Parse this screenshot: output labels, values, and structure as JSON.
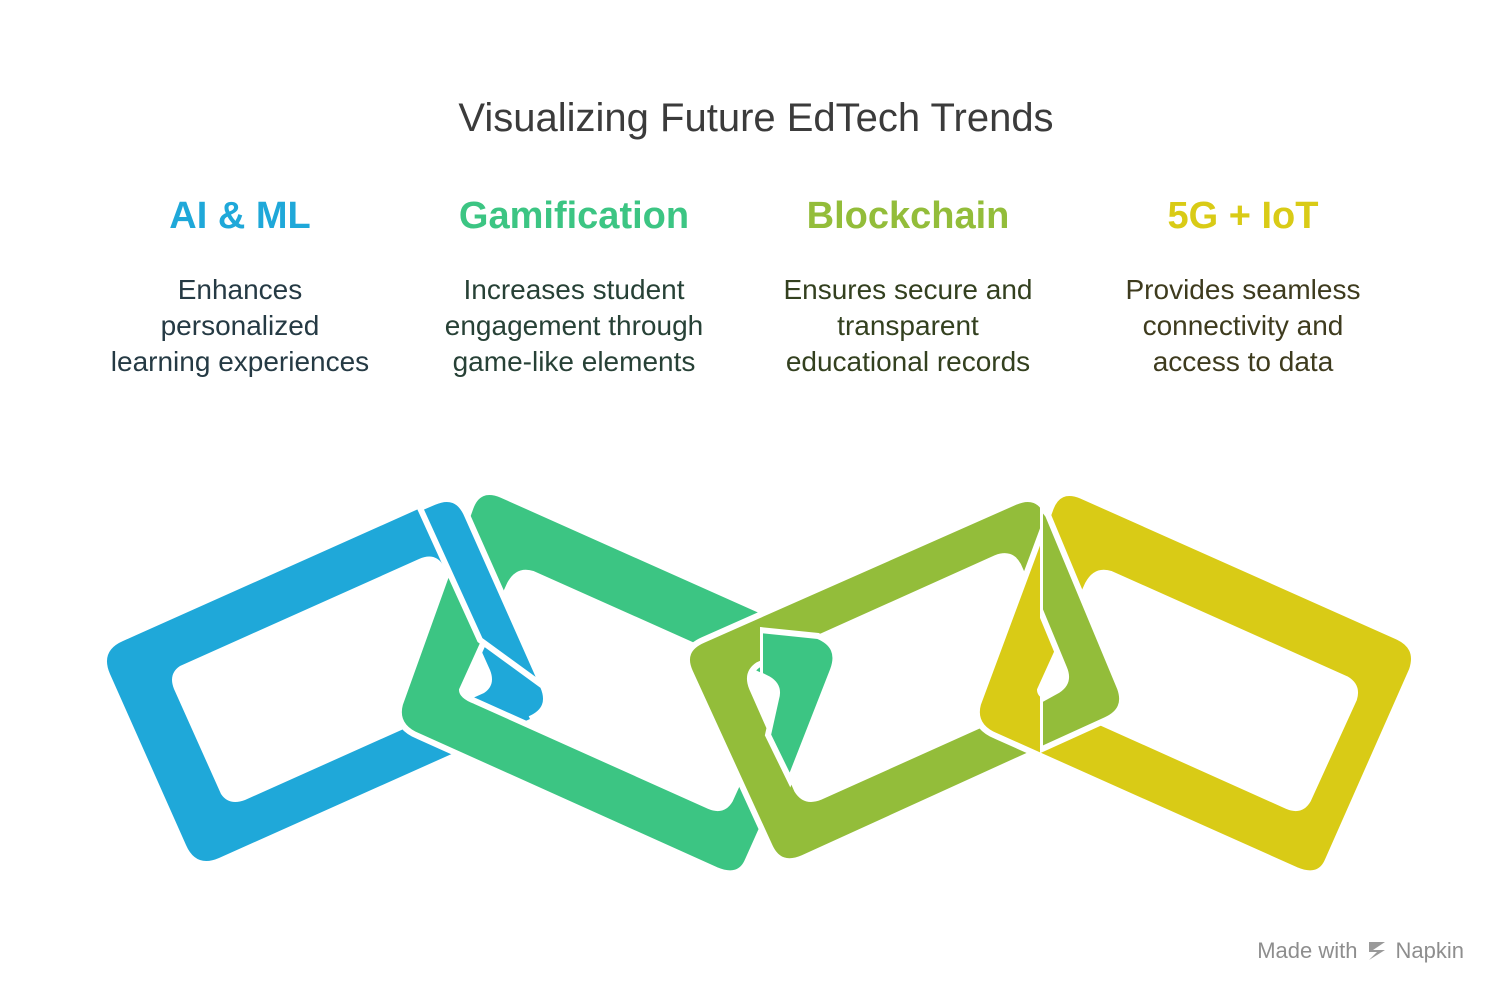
{
  "title": "Visualizing Future EdTech Trends",
  "items": [
    {
      "heading": "AI & ML",
      "lines": [
        "Enhances",
        "personalized",
        "learning experiences"
      ],
      "color": "#1fa8d9"
    },
    {
      "heading": "Gamification",
      "lines": [
        "Increases student",
        "engagement through",
        "game-like elements"
      ],
      "color": "#3cc583"
    },
    {
      "heading": "Blockchain",
      "lines": [
        "Ensures secure and",
        "transparent",
        "educational records"
      ],
      "color": "#93bd3a"
    },
    {
      "heading": "5G + IoT",
      "lines": [
        "Provides seamless",
        "connectivity and",
        "access to data"
      ],
      "color": "#d9cb16"
    }
  ],
  "footer": {
    "made_with": "Made with",
    "brand": "Napkin",
    "icon": "napkin-logo-icon"
  }
}
